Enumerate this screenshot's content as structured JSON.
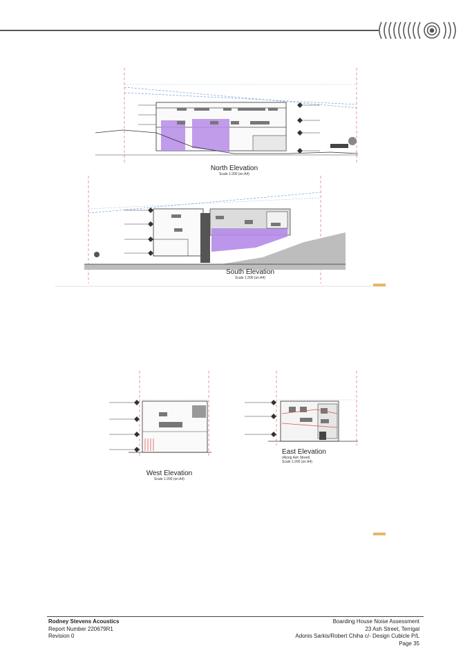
{
  "header": {
    "logo_icon": "rsa-concentric-arcs-logo"
  },
  "drawings": {
    "north": {
      "title": "North Elevation",
      "scale": "Scale 1:200 (on A4)"
    },
    "south": {
      "title": "South Elevation",
      "scale": "Scale 1:200 (on A4)"
    },
    "west": {
      "title": "West Elevation",
      "scale": "Scale 1:200 (on A4)"
    },
    "east": {
      "title": "East Elevation",
      "subtitle": "(Along Ash Street)",
      "scale": "Scale 1:200 (on A4)"
    }
  },
  "footer": {
    "company": "Rodney Stevens Acoustics",
    "report_number": "Report Number 220679R1",
    "revision": "Revision 0",
    "doc_title": "Boarding House Noise Assessment",
    "address": "23 Ash Street, Terrigal",
    "client": "Adonis Sarkis/Robert Chiha c/- Design Cubicle P/L",
    "page": "Page 35"
  },
  "colors": {
    "highlight": "#b58be8",
    "highlight_dark": "#9a6ad6",
    "ground": "#bdbdbd",
    "line": "#555555",
    "red_marker": "#d9534f",
    "blue_marker": "#5b8fd6"
  }
}
